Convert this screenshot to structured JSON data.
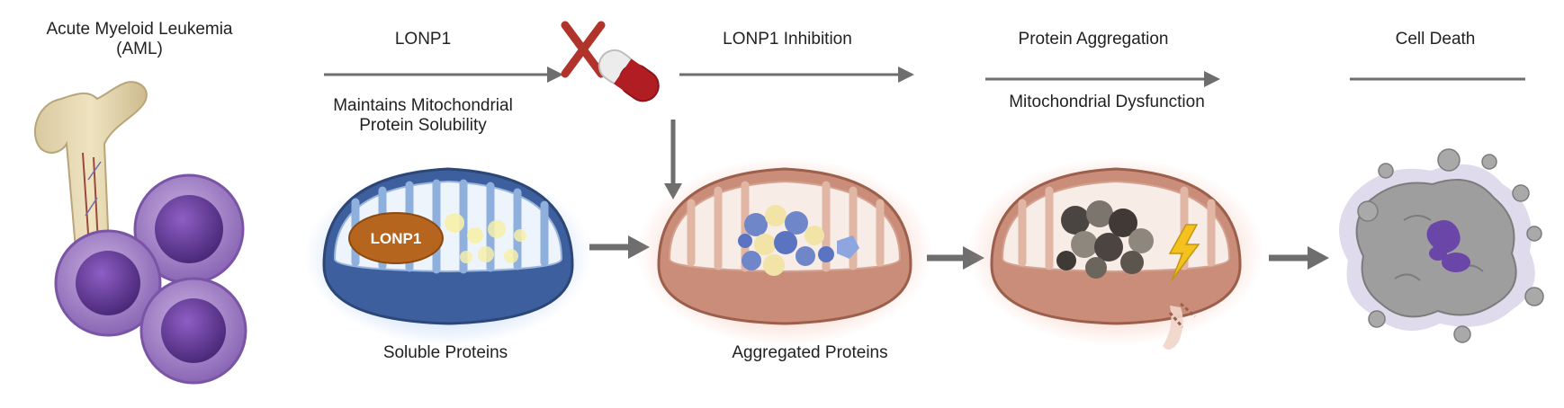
{
  "stages": {
    "aml_title_line1": "Acute Myeloid Leukemia",
    "aml_title_line2": "(AML)",
    "lonp1_title": "LONP1",
    "lonp1_sub_line1": "Maintains Mitochondrial",
    "lonp1_sub_line2": "Protein Solubility",
    "inhibition_title": "LONP1 Inhibition",
    "aggregation_title": "Protein Aggregation",
    "aggregation_sub": "Mitochondrial Dysfunction",
    "death_title": "Cell Death"
  },
  "captions": {
    "soluble": "Soluble Proteins",
    "aggregated": "Aggregated Proteins"
  },
  "enzyme_label": "LONP1",
  "colors": {
    "arrow": "#6e6e6e",
    "inhibition_x": "#b0342b",
    "healthy_mito": "#3d5f9e",
    "stressed_mito": "#c98d79",
    "aml_cell": "#7c4ea8",
    "dead_cell": "#9a9a9a"
  },
  "icons": [
    "bone-icon",
    "aml-cell-icon",
    "pill-icon",
    "inhibition-x-icon",
    "lightning-icon"
  ]
}
